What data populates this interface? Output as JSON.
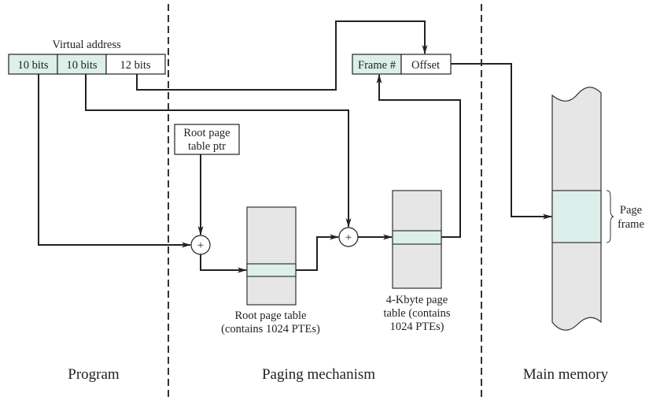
{
  "diagram": {
    "title": "Two-level hierarchical page table address translation",
    "colors": {
      "highlight": "#dcefea",
      "table_fill": "#e6e6e6",
      "line": "#222222",
      "divider": "#333333"
    },
    "virtual_address": {
      "label": "Virtual address",
      "fields": [
        {
          "label": "10 bits",
          "highlighted": true
        },
        {
          "label": "10 bits",
          "highlighted": true
        },
        {
          "label": "12 bits",
          "highlighted": false
        }
      ]
    },
    "physical_address": {
      "fields": [
        {
          "label": "Frame #",
          "highlighted": true
        },
        {
          "label": "Offset",
          "highlighted": false
        }
      ]
    },
    "root_ptr": {
      "line1": "Root page",
      "line2": "table ptr"
    },
    "adder_symbol": "+",
    "root_table": {
      "caption_line1": "Root page table",
      "caption_line2": "(contains 1024 PTEs)"
    },
    "page_table": {
      "caption_line1": "4-Kbyte page",
      "caption_line2": "table (contains",
      "caption_line3": "1024 PTEs)"
    },
    "main_memory": {
      "frame_label_line1": "Page",
      "frame_label_line2": "frame"
    },
    "sections": [
      {
        "label": "Program"
      },
      {
        "label": "Paging mechanism"
      },
      {
        "label": "Main memory"
      }
    ]
  }
}
